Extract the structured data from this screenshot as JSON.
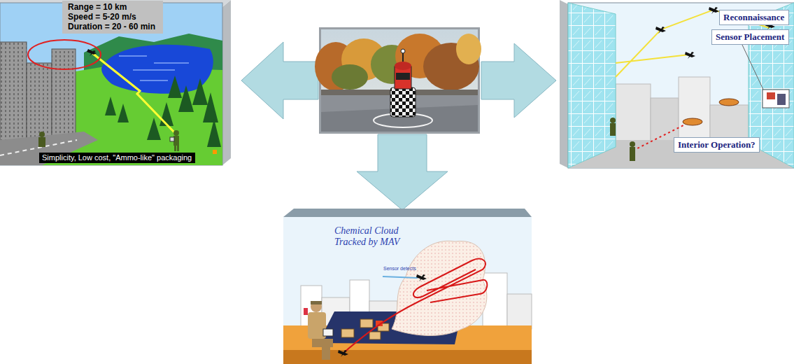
{
  "diagram": {
    "nodes": [
      {
        "text": [
          "Range = 10 km",
          "Speed = 5-20 m/s",
          "Duration = 20 - 60 min"
        ]
      },
      {
        "text": [
          "Simplicity, Low cost, \"Ammo-like\" packaging"
        ]
      },
      {
        "text": [
          "Reconnaissance"
        ]
      },
      {
        "text": [
          "Sensor Placement"
        ]
      },
      {
        "text": [
          "Interior Operation?"
        ]
      }
    ],
    "labels": [
      "Chemical Cloud Tracked by MAV",
      "Sensor detects"
    ]
  }
}
